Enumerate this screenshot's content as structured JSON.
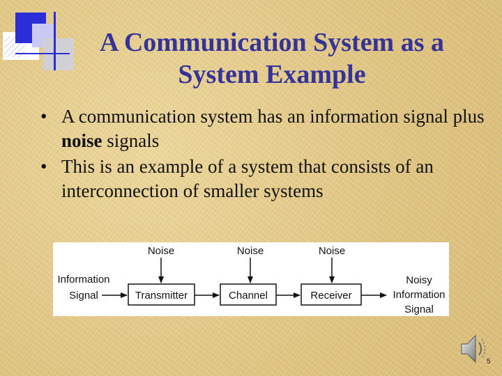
{
  "slide": {
    "title_line1": "A Communication System as a",
    "title_line2": "System Example",
    "bullet1_pre": "A communication system has an information signal plus ",
    "bullet1_bold": "noise",
    "bullet1_post": " signals",
    "bullet2": "This is an example of a system that consists of an interconnection of smaller systems",
    "page_number": "5"
  },
  "diagram": {
    "input_line1": "Information",
    "input_line2": "Signal",
    "blocks": [
      "Transmitter",
      "Channel",
      "Receiver"
    ],
    "noise_label": "Noise",
    "output_line1": "Noisy",
    "output_line2": "Information",
    "output_line3": "Signal"
  },
  "colors": {
    "title": "#333399",
    "background": "#e6cf8f",
    "accent": "#2b2ed6"
  },
  "icons": [
    "speaker-icon"
  ]
}
